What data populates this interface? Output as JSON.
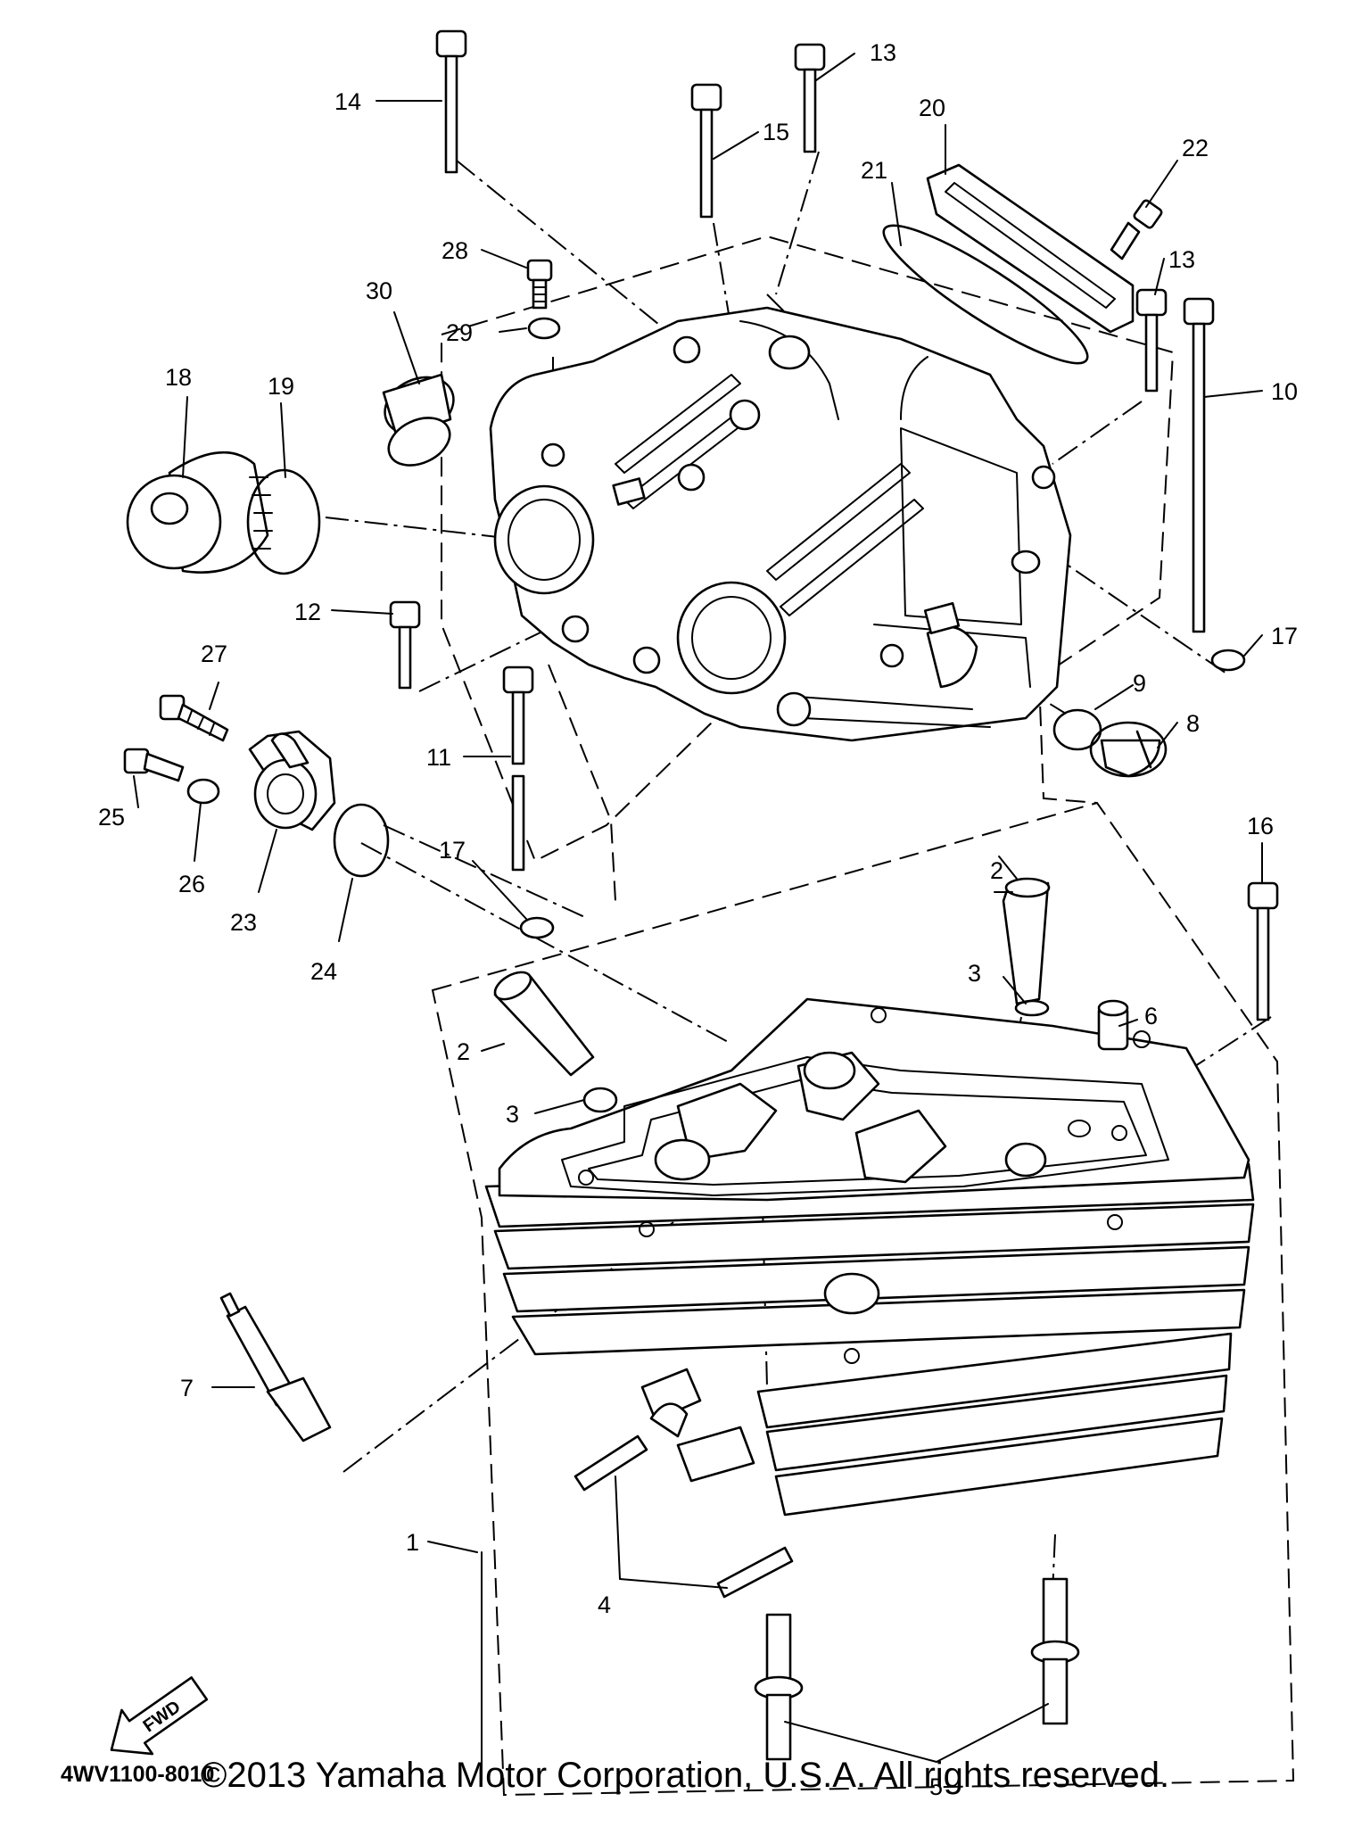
{
  "callouts": [
    "1",
    "2",
    "2",
    "3",
    "3",
    "4",
    "5",
    "6",
    "7",
    "8",
    "9",
    "10",
    "11",
    "12",
    "13",
    "13",
    "14",
    "15",
    "16",
    "17",
    "17",
    "18",
    "19",
    "20",
    "21",
    "22",
    "23",
    "24",
    "25",
    "26",
    "27",
    "28",
    "29",
    "30"
  ],
  "drawing_number": "4WV1100-8010",
  "fwd_label": "FWD",
  "copyright": "©2013 Yamaha Motor Corporation, U.S.A. All rights reserved."
}
